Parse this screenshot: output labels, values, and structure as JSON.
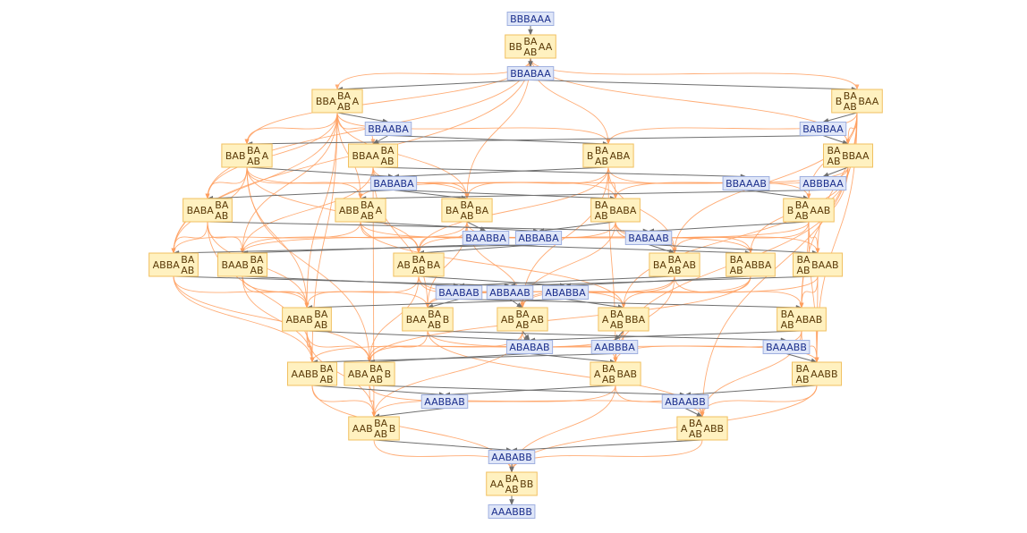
{
  "graph": {
    "rule_top": "BA",
    "rule_bottom": "AB",
    "colors": {
      "state_fill": "#dfe6f8",
      "state_text": "#1c2f8c",
      "event_fill": "#fff1c0",
      "event_text": "#5a3a08",
      "causal_edge": "#ff9e5e",
      "evolution_edge": "#6f6f6f"
    },
    "states": [
      "BBBAAA",
      "BBABAA",
      "BBAABA",
      "BABBAA",
      "BABABA",
      "BBAAAB",
      "ABBBAA",
      "BAABBA",
      "ABBABA",
      "BABAAB",
      "BAABAB",
      "ABBAAB",
      "ABABBA",
      "ABABAB",
      "AABBBA",
      "BAAABB",
      "AABBAB",
      "ABAABB",
      "AABABB",
      "AAABBB"
    ],
    "events": [
      {
        "pre": "BB",
        "post": "AA"
      },
      {
        "pre": "BBA",
        "post": "A"
      },
      {
        "pre": "B",
        "post": "BAA"
      },
      {
        "pre": "BAB",
        "post": "A"
      },
      {
        "pre": "BBAA",
        "post": ""
      },
      {
        "pre": "B",
        "post": "ABA"
      },
      {
        "pre": "",
        "post": "BBAA"
      },
      {
        "pre": "BABA",
        "post": ""
      },
      {
        "pre": "ABB",
        "post": "A"
      },
      {
        "pre": "BA",
        "post": "BA"
      },
      {
        "pre": "",
        "post": "BABA"
      },
      {
        "pre": "B",
        "post": "AAB"
      },
      {
        "pre": "ABBA",
        "post": ""
      },
      {
        "pre": "BAAB",
        "post": ""
      },
      {
        "pre": "AB",
        "post": "BA"
      },
      {
        "pre": "BA",
        "post": "AB"
      },
      {
        "pre": "",
        "post": "ABBA"
      },
      {
        "pre": "",
        "post": "BAAB"
      },
      {
        "pre": "ABAB",
        "post": ""
      },
      {
        "pre": "BAA",
        "post": "B"
      },
      {
        "pre": "AB",
        "post": "AB"
      },
      {
        "pre": "A",
        "post": "BBA"
      },
      {
        "pre": "",
        "post": "ABAB"
      },
      {
        "pre": "AABB",
        "post": ""
      },
      {
        "pre": "ABA",
        "post": "B"
      },
      {
        "pre": "A",
        "post": "BAB"
      },
      {
        "pre": "",
        "post": "AABB"
      },
      {
        "pre": "AAB",
        "post": "B"
      },
      {
        "pre": "A",
        "post": "ABB"
      },
      {
        "pre": "AA",
        "post": "BB"
      }
    ],
    "evolution_edges": [
      [
        "s0",
        "e0"
      ],
      [
        "e0",
        "s1"
      ],
      [
        "s1",
        "e1"
      ],
      [
        "s1",
        "e2"
      ],
      [
        "e1",
        "s2"
      ],
      [
        "e2",
        "s3"
      ],
      [
        "s2",
        "e4"
      ],
      [
        "s2",
        "e5"
      ],
      [
        "s3",
        "e3"
      ],
      [
        "s3",
        "e6"
      ],
      [
        "e3",
        "s4"
      ],
      [
        "e5",
        "s4"
      ],
      [
        "e4",
        "s5"
      ],
      [
        "e6",
        "s6"
      ],
      [
        "s4",
        "e7"
      ],
      [
        "s4",
        "e9"
      ],
      [
        "s4",
        "e10"
      ],
      [
        "s5",
        "e11"
      ],
      [
        "s6",
        "e8"
      ],
      [
        "e7",
        "s9"
      ],
      [
        "e11",
        "s9"
      ],
      [
        "e9",
        "s7"
      ],
      [
        "e10",
        "s8"
      ],
      [
        "e8",
        "s8"
      ],
      [
        "s9",
        "e15"
      ],
      [
        "s9",
        "e17"
      ],
      [
        "s7",
        "e13"
      ],
      [
        "s7",
        "e16"
      ],
      [
        "s8",
        "e12"
      ],
      [
        "s8",
        "e14"
      ],
      [
        "e13",
        "s10"
      ],
      [
        "e15",
        "s10"
      ],
      [
        "e17",
        "s11"
      ],
      [
        "e12",
        "s11"
      ],
      [
        "e14",
        "s12"
      ],
      [
        "e16",
        "s12"
      ],
      [
        "s10",
        "e19"
      ],
      [
        "s10",
        "e22"
      ],
      [
        "s11",
        "e20"
      ],
      [
        "s12",
        "e18"
      ],
      [
        "s12",
        "e21"
      ],
      [
        "e19",
        "s15"
      ],
      [
        "e22",
        "s13"
      ],
      [
        "e20",
        "s13"
      ],
      [
        "e18",
        "s13"
      ],
      [
        "e21",
        "s14"
      ],
      [
        "s15",
        "e26"
      ],
      [
        "s13",
        "e24"
      ],
      [
        "s13",
        "e25"
      ],
      [
        "s14",
        "e23"
      ],
      [
        "e23",
        "s16"
      ],
      [
        "e25",
        "s16"
      ],
      [
        "e24",
        "s17"
      ],
      [
        "e26",
        "s17"
      ],
      [
        "s16",
        "e27"
      ],
      [
        "s17",
        "e28"
      ],
      [
        "e27",
        "s18"
      ],
      [
        "e28",
        "s18"
      ],
      [
        "s18",
        "e29"
      ],
      [
        "e29",
        "s19"
      ]
    ],
    "causal_edges": [
      [
        0,
        1
      ],
      [
        0,
        2
      ],
      [
        0,
        3
      ],
      [
        0,
        5
      ],
      [
        0,
        6
      ],
      [
        0,
        7
      ],
      [
        0,
        12
      ],
      [
        0,
        9
      ],
      [
        1,
        3
      ],
      [
        1,
        4
      ],
      [
        1,
        7
      ],
      [
        1,
        8
      ],
      [
        1,
        12
      ],
      [
        1,
        13
      ],
      [
        1,
        18
      ],
      [
        1,
        23
      ],
      [
        1,
        5
      ],
      [
        1,
        9
      ],
      [
        2,
        5
      ],
      [
        2,
        6
      ],
      [
        2,
        11
      ],
      [
        2,
        15
      ],
      [
        2,
        17
      ],
      [
        2,
        22
      ],
      [
        2,
        26
      ],
      [
        2,
        28
      ],
      [
        3,
        7
      ],
      [
        3,
        8
      ],
      [
        3,
        9
      ],
      [
        3,
        12
      ],
      [
        3,
        14
      ],
      [
        3,
        18
      ],
      [
        3,
        24
      ],
      [
        4,
        9
      ],
      [
        4,
        10
      ],
      [
        4,
        13
      ],
      [
        4,
        19
      ],
      [
        4,
        27
      ],
      [
        5,
        9
      ],
      [
        5,
        10
      ],
      [
        5,
        11
      ],
      [
        5,
        14
      ],
      [
        5,
        15
      ],
      [
        5,
        20
      ],
      [
        5,
        25
      ],
      [
        6,
        8
      ],
      [
        6,
        10
      ],
      [
        6,
        16
      ],
      [
        6,
        21
      ],
      [
        6,
        25
      ],
      [
        7,
        12
      ],
      [
        7,
        13
      ],
      [
        7,
        18
      ],
      [
        7,
        23
      ],
      [
        8,
        12
      ],
      [
        8,
        14
      ],
      [
        8,
        16
      ],
      [
        8,
        21
      ],
      [
        9,
        13
      ],
      [
        9,
        14
      ],
      [
        9,
        15
      ],
      [
        9,
        19
      ],
      [
        9,
        20
      ],
      [
        10,
        14
      ],
      [
        10,
        15
      ],
      [
        10,
        16
      ],
      [
        10,
        17
      ],
      [
        10,
        20
      ],
      [
        11,
        13
      ],
      [
        11,
        15
      ],
      [
        11,
        17
      ],
      [
        11,
        22
      ],
      [
        11,
        26
      ],
      [
        12,
        18
      ],
      [
        12,
        23
      ],
      [
        12,
        24
      ],
      [
        13,
        18
      ],
      [
        13,
        19
      ],
      [
        13,
        23
      ],
      [
        14,
        18
      ],
      [
        14,
        20
      ],
      [
        14,
        21
      ],
      [
        14,
        24
      ],
      [
        15,
        19
      ],
      [
        15,
        20
      ],
      [
        15,
        22
      ],
      [
        15,
        25
      ],
      [
        16,
        20
      ],
      [
        16,
        21
      ],
      [
        16,
        24
      ],
      [
        17,
        19
      ],
      [
        17,
        22
      ],
      [
        17,
        26
      ],
      [
        18,
        23
      ],
      [
        18,
        24
      ],
      [
        18,
        27
      ],
      [
        19,
        24
      ],
      [
        19,
        26
      ],
      [
        19,
        28
      ],
      [
        20,
        24
      ],
      [
        20,
        25
      ],
      [
        20,
        27
      ],
      [
        21,
        23
      ],
      [
        21,
        25
      ],
      [
        22,
        25
      ],
      [
        22,
        26
      ],
      [
        22,
        28
      ],
      [
        23,
        27
      ],
      [
        23,
        29
      ],
      [
        24,
        27
      ],
      [
        24,
        28
      ],
      [
        25,
        27
      ],
      [
        25,
        28
      ],
      [
        25,
        29
      ],
      [
        26,
        28
      ],
      [
        26,
        29
      ],
      [
        27,
        29
      ],
      [
        28,
        29
      ]
    ]
  }
}
